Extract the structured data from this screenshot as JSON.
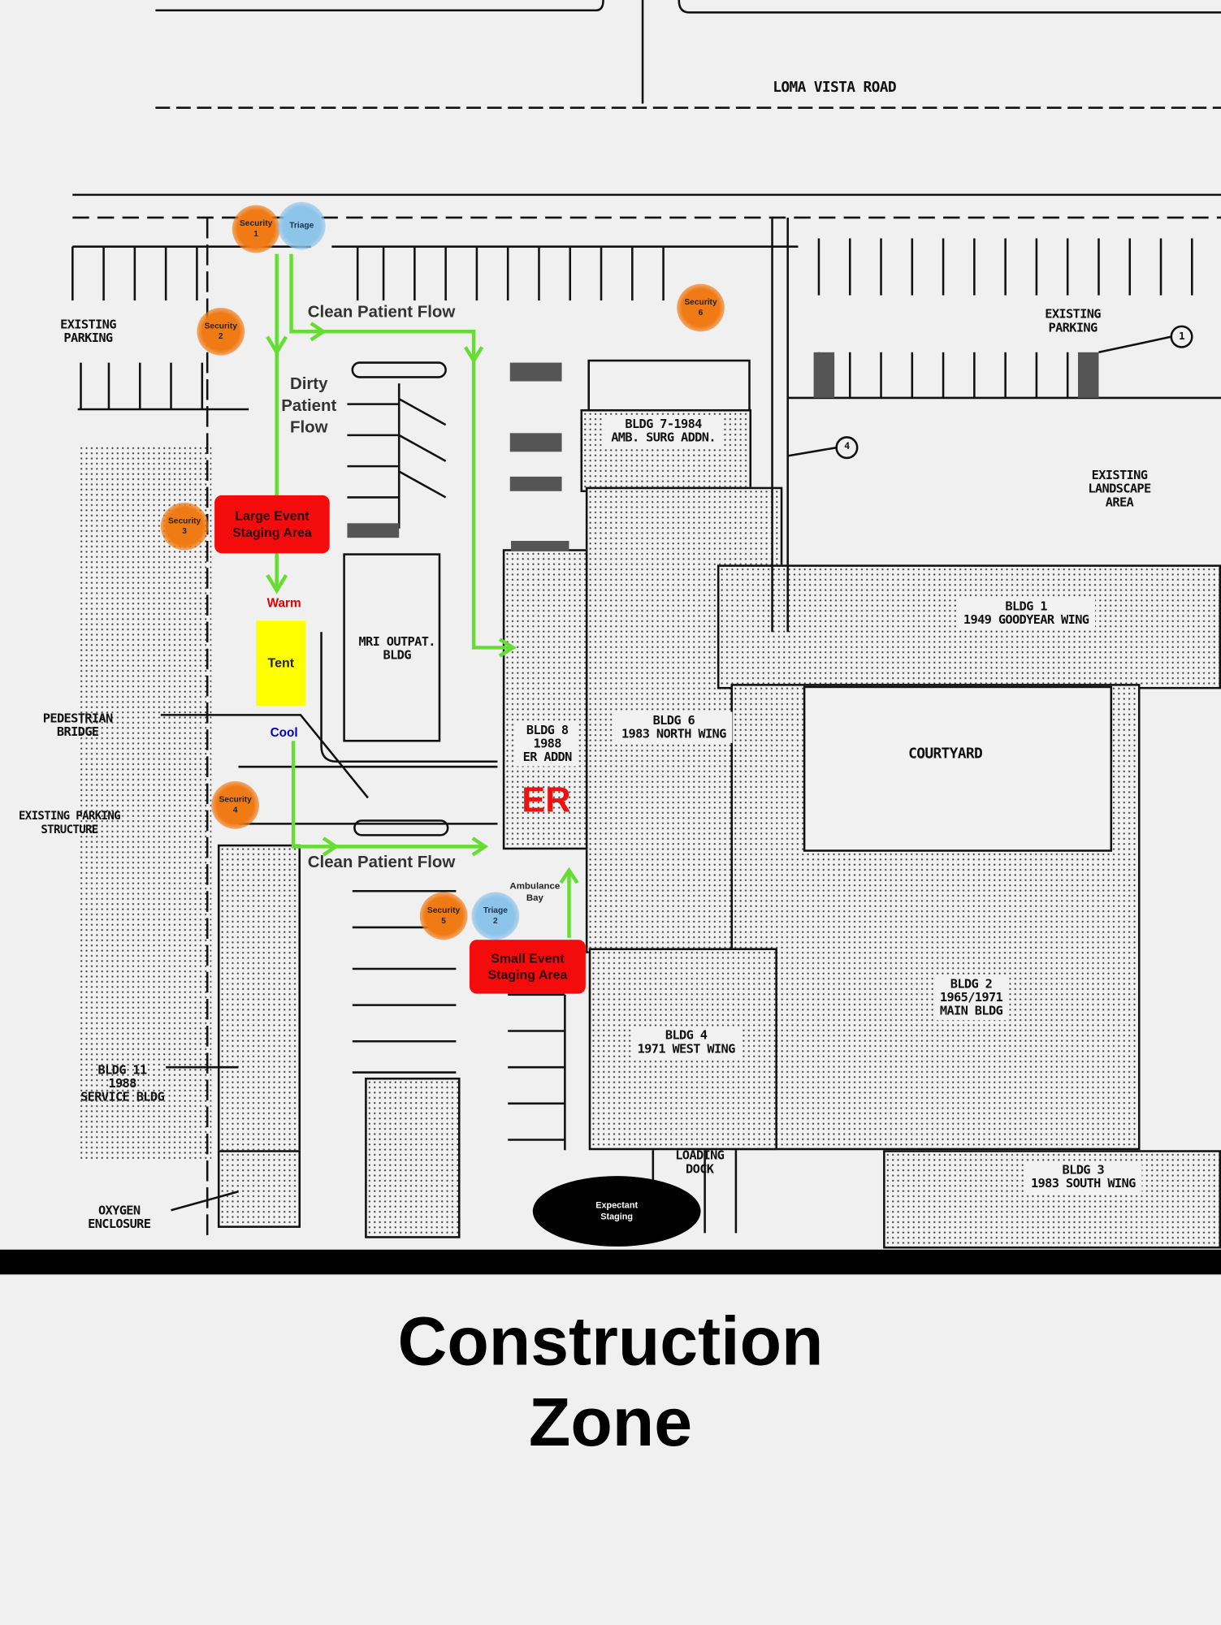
{
  "map": {
    "road_label": "LOMA VISTA ROAD",
    "labels": {
      "parking_left": "EXISTING\nPARKING",
      "parking_right": "EXISTING\nPARKING",
      "landscape": "EXISTING\nLANDSCAPE\nAREA",
      "bldg7": "BLDG 7-1984\nAMB. SURG ADDN.",
      "bldg1": "BLDG 1\n1949 GOODYEAR WING",
      "bldg6": "BLDG 6\n1983 NORTH WING",
      "courtyard": "COURTYARD",
      "bldg8": "BLDG 8\n1988\nER ADDN",
      "mri": "MRI OUTPAT.\nBLDG",
      "ped_bridge": "PEDESTRIAN\nBRIDGE",
      "parking_structure": "EXISTING PARKING\nSTRUCTURE",
      "bldg11": "BLDG 11\n1988\nSERVICE BLDG",
      "oxygen": "OXYGEN\nENCLOSURE",
      "bldg4": "BLDG 4\n1971 WEST WING",
      "bldg2": "BLDG 2\n1965/1971\nMAIN BLDG",
      "loading": "LOADING\nDOCK",
      "bldg3": "BLDG 3\n1983 SOUTH WING",
      "callout1": "1",
      "callout4": "4"
    }
  },
  "overlay": {
    "security": [
      "Security\n1",
      "Security\n2",
      "Security\n3",
      "Security\n4",
      "Security\n5",
      "Security\n6"
    ],
    "triage": [
      "Triage",
      "Triage\n2"
    ],
    "large_staging": "Large Event\nStaging Area",
    "small_staging": "Small Event\nStaging Area",
    "warm": "Warm",
    "tent": "Tent",
    "cool": "Cool",
    "er": "ER",
    "clean_flow_top": "Clean Patient Flow",
    "clean_flow_bottom": "Clean Patient Flow",
    "dirty_flow": "Dirty\nPatient\nFlow",
    "ambulance_bay": "Ambulance\nBay",
    "expectant": "Expectant\nStaging"
  },
  "footer": {
    "title": "Construction\nZone"
  },
  "colors": {
    "flow": "#66dd33",
    "staging": "#f40c0c",
    "security": "#f07a14",
    "triage": "#8cc4ea",
    "tent": "#ffff00",
    "warm": "#e00000",
    "cool": "#0000cc"
  }
}
